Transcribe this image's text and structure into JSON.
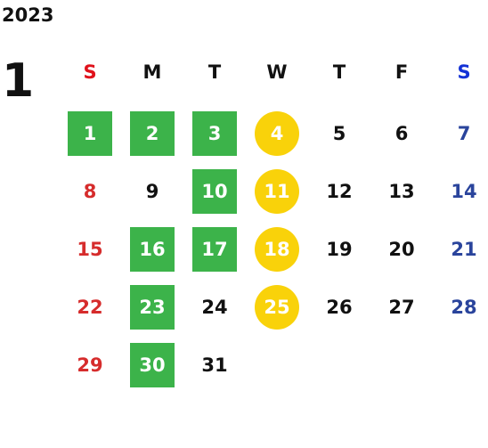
{
  "calendar": {
    "year": "2023",
    "month": "1",
    "weekdays": [
      "S",
      "M",
      "T",
      "W",
      "T",
      "F",
      "S"
    ],
    "weekday_colors": [
      "#e0121b",
      "#111111",
      "#111111",
      "#111111",
      "#111111",
      "#111111",
      "#1432d6"
    ],
    "day_colors": {
      "sunday": "#d62c2c",
      "weekday": "#111111",
      "saturday": "#2a449c"
    },
    "highlight_colors": {
      "green_square": "#3cb34a",
      "yellow_circle": "#f9d20a"
    },
    "first_weekday_index": 0,
    "days": [
      {
        "n": "1",
        "mark": "green"
      },
      {
        "n": "2",
        "mark": "green"
      },
      {
        "n": "3",
        "mark": "green"
      },
      {
        "n": "4",
        "mark": "yellow"
      },
      {
        "n": "5",
        "mark": ""
      },
      {
        "n": "6",
        "mark": ""
      },
      {
        "n": "7",
        "mark": ""
      },
      {
        "n": "8",
        "mark": ""
      },
      {
        "n": "9",
        "mark": ""
      },
      {
        "n": "10",
        "mark": "green"
      },
      {
        "n": "11",
        "mark": "yellow"
      },
      {
        "n": "12",
        "mark": ""
      },
      {
        "n": "13",
        "mark": ""
      },
      {
        "n": "14",
        "mark": ""
      },
      {
        "n": "15",
        "mark": ""
      },
      {
        "n": "16",
        "mark": "green"
      },
      {
        "n": "17",
        "mark": "green"
      },
      {
        "n": "18",
        "mark": "yellow"
      },
      {
        "n": "19",
        "mark": ""
      },
      {
        "n": "20",
        "mark": ""
      },
      {
        "n": "21",
        "mark": ""
      },
      {
        "n": "22",
        "mark": ""
      },
      {
        "n": "23",
        "mark": "green"
      },
      {
        "n": "24",
        "mark": ""
      },
      {
        "n": "25",
        "mark": "yellow"
      },
      {
        "n": "26",
        "mark": ""
      },
      {
        "n": "27",
        "mark": ""
      },
      {
        "n": "28",
        "mark": ""
      },
      {
        "n": "29",
        "mark": ""
      },
      {
        "n": "30",
        "mark": "green"
      },
      {
        "n": "31",
        "mark": ""
      }
    ]
  }
}
